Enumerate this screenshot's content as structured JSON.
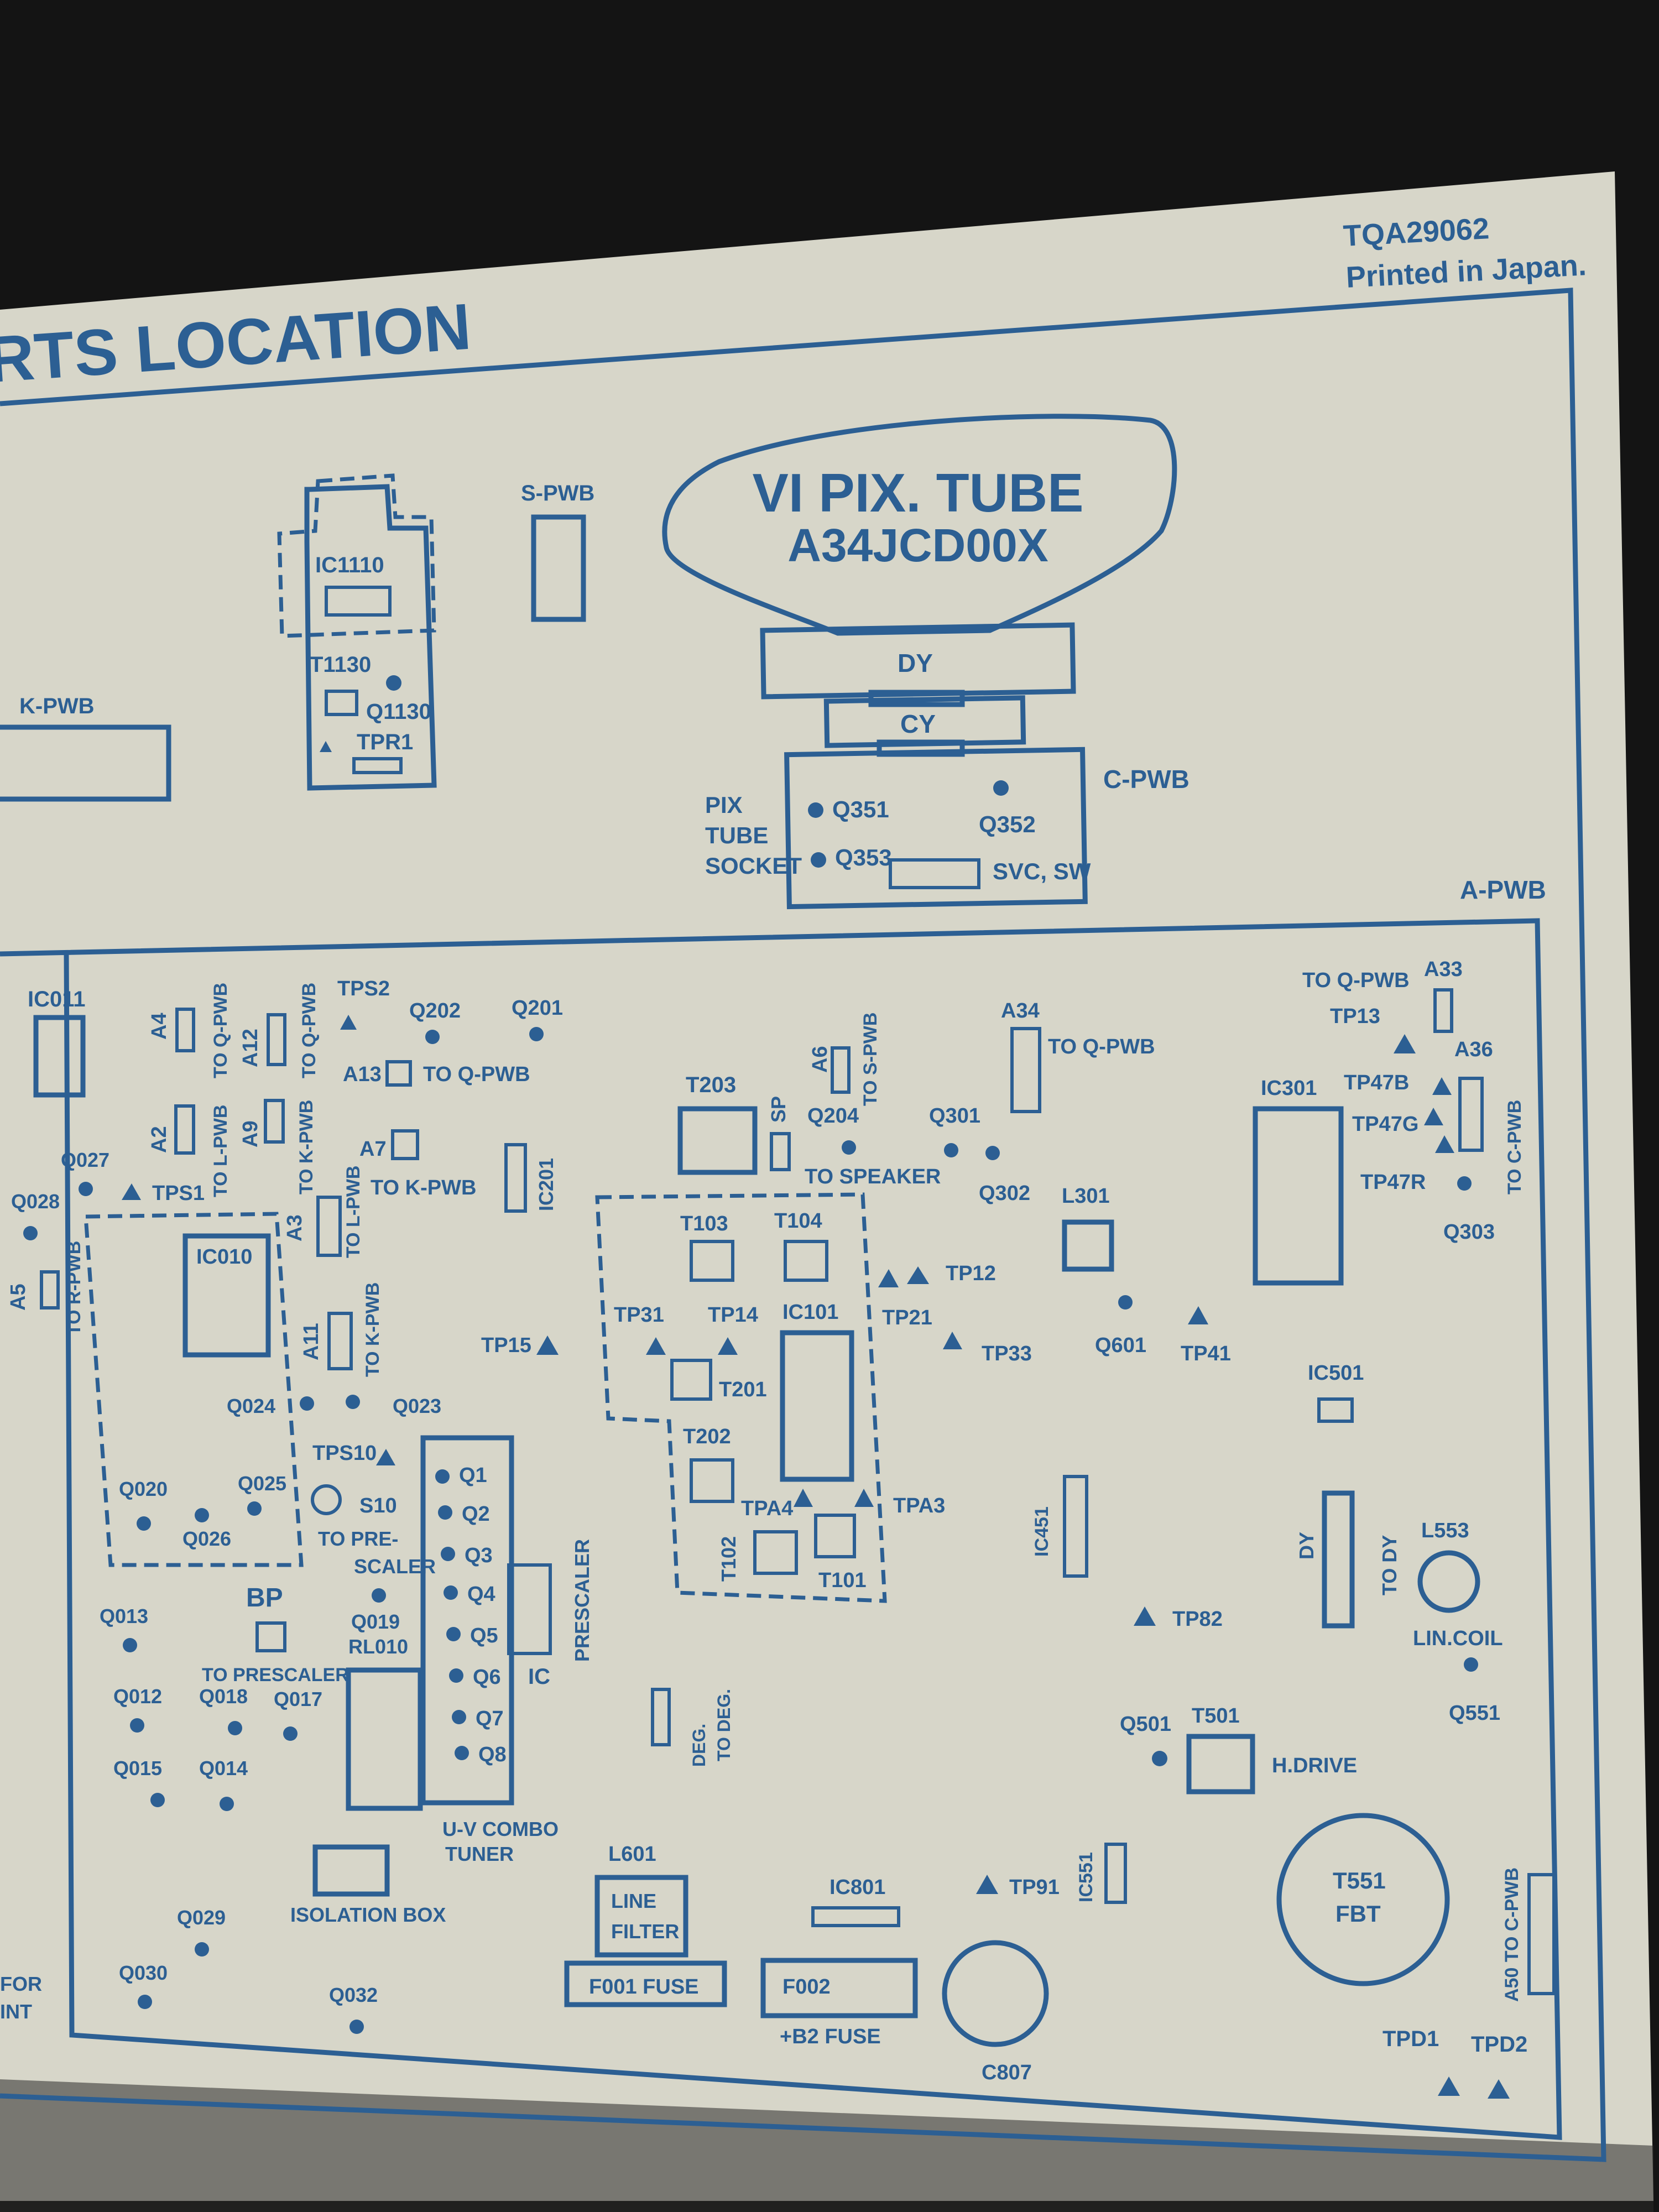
{
  "header": {
    "title": "RTS LOCATION",
    "doc_code": "TQA29062",
    "printed": "Printed in Japan."
  },
  "colors": {
    "ink": "#2c5f93",
    "paper": "#d7d6c9",
    "background": "#141414"
  },
  "top_section": {
    "kpwb": "K-PWB",
    "spwb": "S-PWB",
    "ic1110": "IC1110",
    "t1130": "T1130",
    "q1130": "Q1130",
    "tpr1": "TPR1",
    "pix_tube_line1": "VI PIX. TUBE",
    "pix_tube_line2": "A34JCD00X",
    "dy": "DY",
    "cy": "CY",
    "socket_label": [
      "PIX",
      "TUBE",
      "SOCKET"
    ],
    "q351": "Q351",
    "q352": "Q352",
    "q353": "Q353",
    "svc_sw": "SVC, SW",
    "cpwb": "C-PWB",
    "apwb": "A-PWB"
  },
  "main_board": {
    "left": {
      "ic011": "IC011",
      "a4": "A4",
      "to_qpwb_1": "TO Q-PWB",
      "a12": "A12",
      "to_qpwb_2": "TO Q-PWB",
      "tps2": "TPS2",
      "q202": "Q202",
      "q201": "Q201",
      "a13": "A13",
      "to_qpwb_3": "TO Q-PWB",
      "a2": "A2",
      "to_lpwb_1": "TO L-PWB",
      "a9": "A9",
      "to_kpwb_1": "TO K-PWB",
      "q027": "Q027",
      "q028": "Q028",
      "tps1": "TPS1",
      "a7": "A7",
      "to_kpwb_2": "TO K-PWB",
      "ic201": "IC201",
      "a3": "A3",
      "to_lpwb_2": "TO L-PWB",
      "a5": "A5",
      "to_rpwb": "TO R-PWB",
      "ic010": "IC010",
      "a11": "A11",
      "to_kpwb_3": "TO K-PWB",
      "tp15": "TP15",
      "q024": "Q024",
      "q023": "Q023",
      "tps10": "TPS10",
      "q020": "Q020",
      "q025": "Q025",
      "q026": "Q026",
      "s10": "S10",
      "to_prescaler": [
        "TO PRE-",
        "SCALER"
      ],
      "q1": "Q1",
      "q2": "Q2",
      "q3": "Q3",
      "q4": "Q4",
      "q5": "Q5",
      "q6": "Q6",
      "q7": "Q7",
      "q8": "Q8",
      "prescaler": "PRESCALER",
      "ic": "IC",
      "q013": "Q013",
      "bp": "BP",
      "to_prescaler_bp": "TO PRESCALER",
      "q019": "Q019",
      "rl010": "RL010",
      "q012": "Q012",
      "q018": "Q018",
      "q017": "Q017",
      "q015": "Q015",
      "q014": "Q014",
      "tuner": [
        "U-V COMBO",
        "TUNER"
      ],
      "isolation_box": "ISOLATION BOX",
      "q029": "Q029",
      "q030": "Q030",
      "q032": "Q032",
      "edge_text": [
        "FOR",
        "INT"
      ]
    },
    "middle": {
      "t203": "T203",
      "sp": "SP",
      "a6": "A6",
      "to_spwb": "TO S-PWB",
      "q204": "Q204",
      "to_speaker": "TO SPEAKER",
      "t103": "T103",
      "t104": "T104",
      "tp31": "TP31",
      "tp14": "TP14",
      "ic101": "IC101",
      "tp21": "TP21",
      "t201": "T201",
      "t202": "T202",
      "tpa4": "TPA4",
      "tpa3": "TPA3",
      "t102": "T102",
      "t101": "T101",
      "tp12": "TP12",
      "tp33": "TP33",
      "deg": "DEG.",
      "to_deg": "TO DEG.",
      "l601": "L601",
      "line_filter": [
        "LINE",
        "FILTER"
      ],
      "f001": "F001 FUSE",
      "ic801": "IC801",
      "f002": "F002",
      "b2_fuse": "+B2 FUSE",
      "tp91": "TP91",
      "ic551": "IC551",
      "c807": "C807"
    },
    "right": {
      "a34": "A34",
      "to_qpwb_a34": "TO Q-PWB",
      "q301": "Q301",
      "q302": "Q302",
      "l301": "L301",
      "q601": "Q601",
      "tp41": "TP41",
      "to_qpwb_a33": "TO Q-PWB",
      "a33": "A33",
      "tp13": "TP13",
      "a36": "A36",
      "ic301": "IC301",
      "tp47b": "TP47B",
      "tp47g": "TP47G",
      "tp47r": "TP47R",
      "to_cpwb": "TO C-PWB",
      "q303": "Q303",
      "ic501": "IC501",
      "ic451": "IC451",
      "dy_conn": "DY",
      "to_dy": "TO DY",
      "l553": "L553",
      "lin_coil": "LIN.COIL",
      "tp82": "TP82",
      "q551": "Q551",
      "q501": "Q501",
      "t501": "T501",
      "h_drive": "H.DRIVE",
      "t551": "T551",
      "fbt": "FBT",
      "a50_to_cpwb": "A50 TO C-PWB",
      "tpd1": "TPD1",
      "tpd2": "TPD2"
    }
  }
}
